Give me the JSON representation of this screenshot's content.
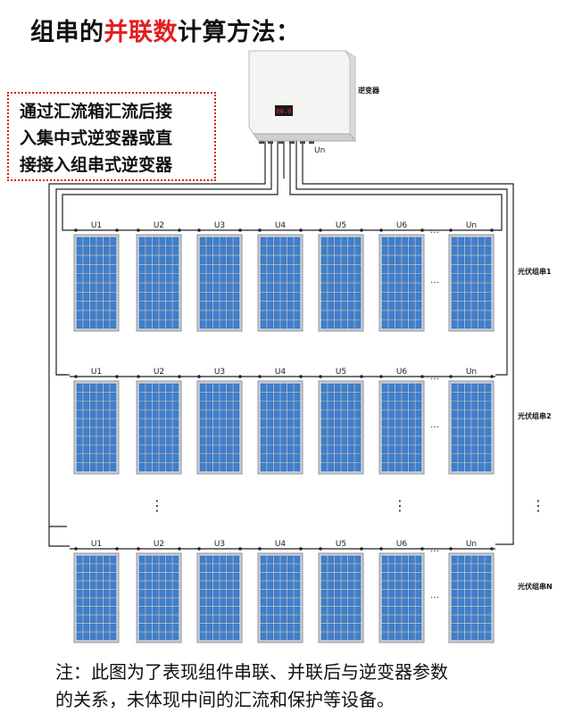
{
  "title": {
    "prefix": "组串的",
    "highlight": "并联数",
    "suffix": "计算方法："
  },
  "callout": {
    "lines": [
      "通过汇流箱汇流后接",
      "入集中式逆变器或直",
      "接接入组串式逆变器"
    ]
  },
  "inverter": {
    "label": "逆变器",
    "output_label": "Un",
    "screen_text": "00.0"
  },
  "modules": [
    "U1",
    "U2",
    "U3",
    "U4",
    "U5",
    "U6",
    "Un"
  ],
  "strings": [
    "光伏组串1",
    "光伏组串2",
    "光伏组串N"
  ],
  "ellipsis": "…",
  "vertical_ellipsis": "⋮",
  "note": {
    "lines": [
      "注：此图为了表现组件串联、并联后与逆变器参数",
      "的关系，未体现中间的汇流和保护等设备。"
    ]
  },
  "colors": {
    "highlight": "#e41e1e",
    "panel_cell": "#3f7fce",
    "panel_frame": "#c8ced6",
    "wire": "#222222",
    "callout_border": "#d02020"
  }
}
